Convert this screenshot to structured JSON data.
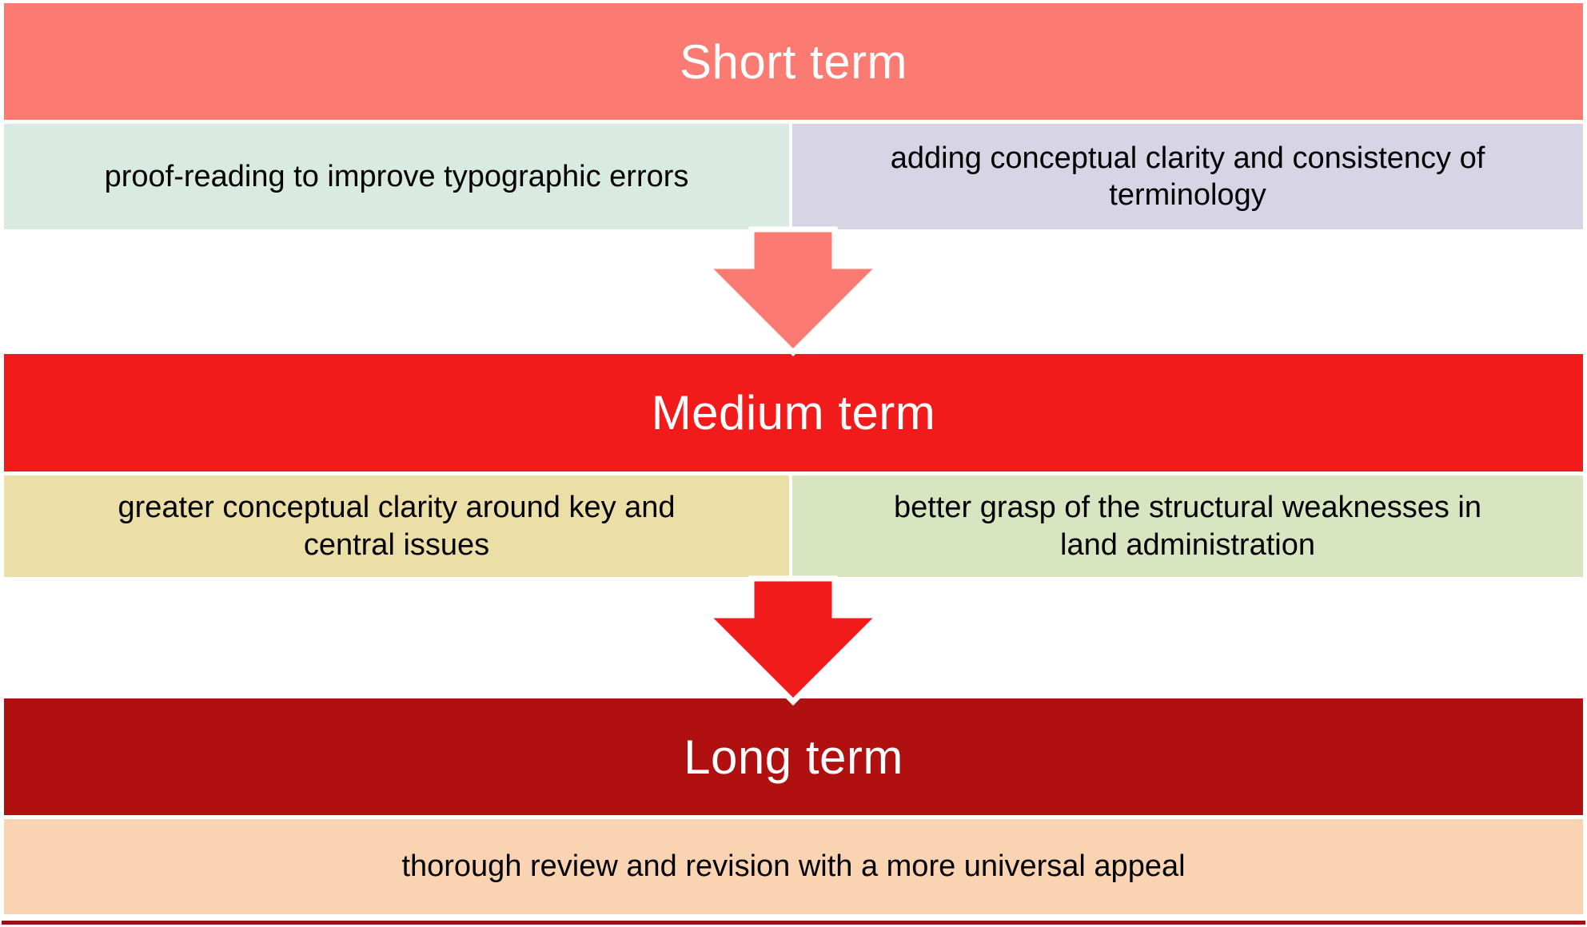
{
  "diagram": {
    "stages": [
      {
        "title": "Short term",
        "cells": [
          {
            "lines": [
              "proof-reading to improve typographic errors"
            ]
          },
          {
            "lines": [
              "adding conceptual clarity and consistency of",
              "terminology"
            ]
          }
        ]
      },
      {
        "title": "Medium term",
        "cells": [
          {
            "lines": [
              "greater conceptual clarity around key and",
              "central issues"
            ]
          },
          {
            "lines": [
              "better grasp of the structural weaknesses in",
              "land administration"
            ]
          }
        ]
      },
      {
        "title": "Long term",
        "cells": [
          {
            "lines": [
              "thorough review and revision with a more universal appeal"
            ]
          }
        ]
      }
    ],
    "icons": [
      "down-arrow-icon",
      "down-arrow-icon"
    ],
    "colors": {
      "short_term_header": "#FB7B73",
      "short_term_cell_left": "#D9EAE2",
      "short_term_cell_right": "#D6D4E5",
      "medium_term_header": "#F21B1B",
      "medium_term_cell_left": "#EBDFA7",
      "medium_term_cell_right": "#D8E5C1",
      "long_term_header": "#B01010",
      "long_term_cell": "#FAD3B3",
      "arrow_short_to_medium": "#FB7B73",
      "arrow_medium_to_long": "#F21B1B",
      "arrow_outline": "#FFFFFF",
      "bottom_edge_line": "#9B1216",
      "header_text": "#FFFFFF",
      "cell_text": "#000000"
    }
  }
}
